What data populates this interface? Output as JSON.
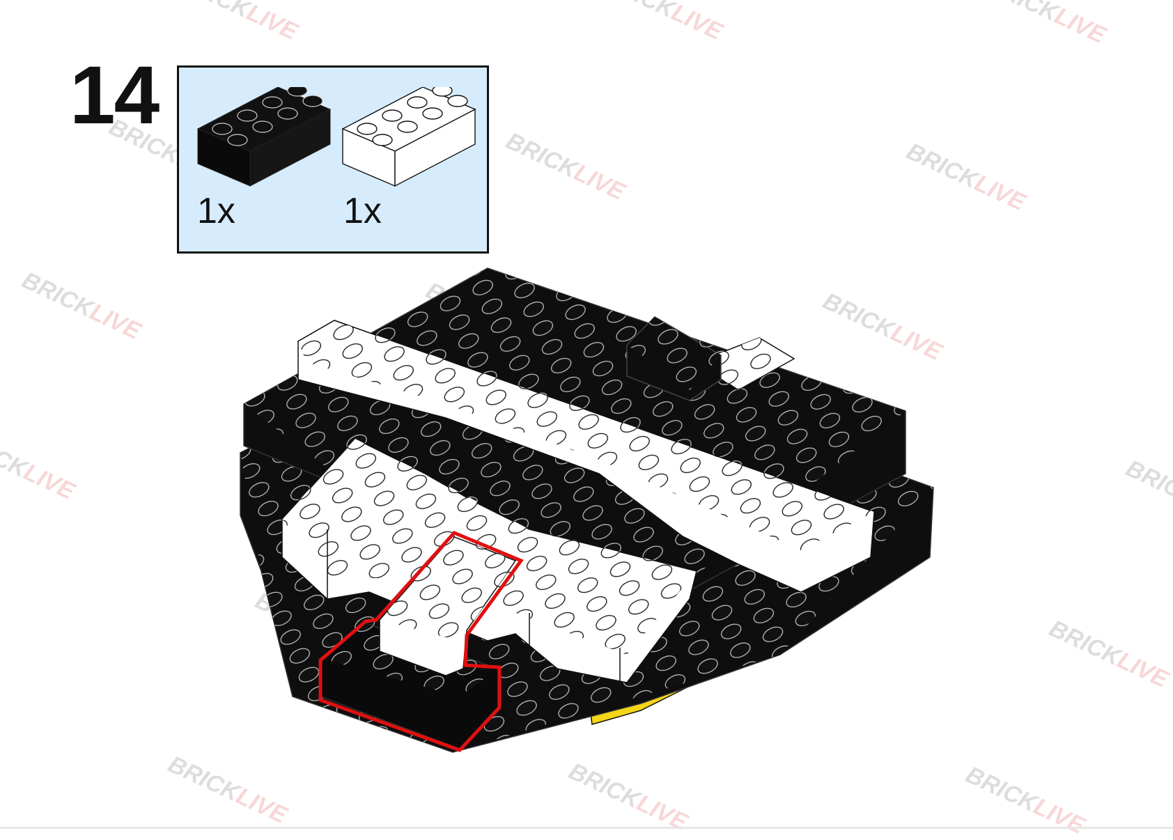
{
  "step": {
    "number": "14"
  },
  "parts_list": [
    {
      "color": "black",
      "count": "1x"
    },
    {
      "color": "white",
      "count": "1x"
    }
  ],
  "watermark": {
    "brand_a": "BRICK",
    "brand_b": "LIVE"
  },
  "colors": {
    "brick_black": "#0e0e0e",
    "brick_white": "#ffffff",
    "brick_yellow": "#f5d518",
    "highlight": "#e01010",
    "parts_box_bg": "#d6ecfc"
  }
}
